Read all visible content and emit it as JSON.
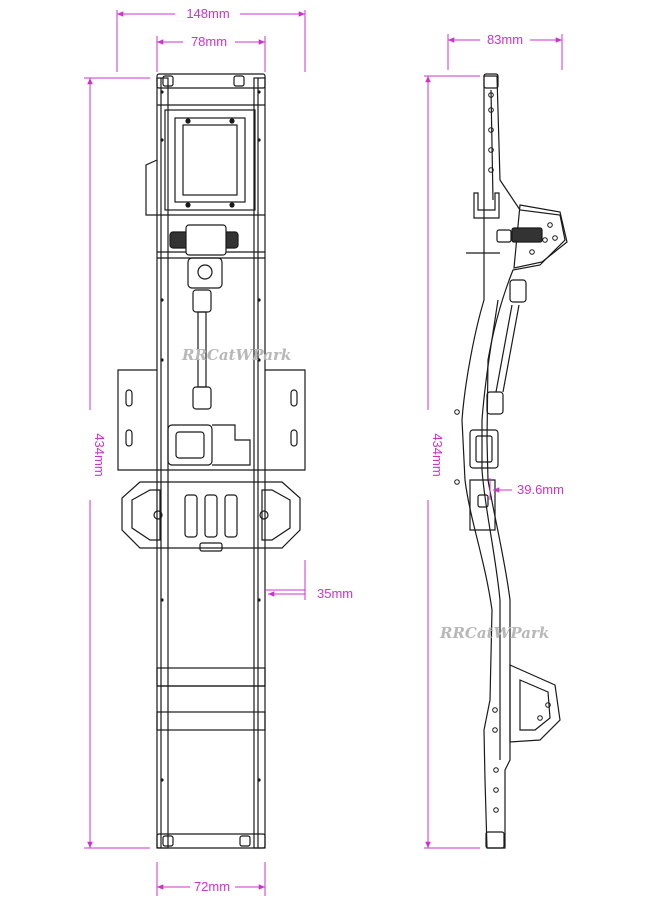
{
  "dimensions": {
    "overall_width": "148mm",
    "top_width": "78mm",
    "side_height_width": "83mm",
    "overall_length": "434mm",
    "side_length": "434mm",
    "offset": "39.6mm",
    "rail_offset": "35mm",
    "rear_width": "72mm"
  },
  "watermark": "RRCatWPark",
  "colors": {
    "dimension": "#cc33cc",
    "line": "#1a1a1a",
    "watermark": "#b8b8b8"
  }
}
